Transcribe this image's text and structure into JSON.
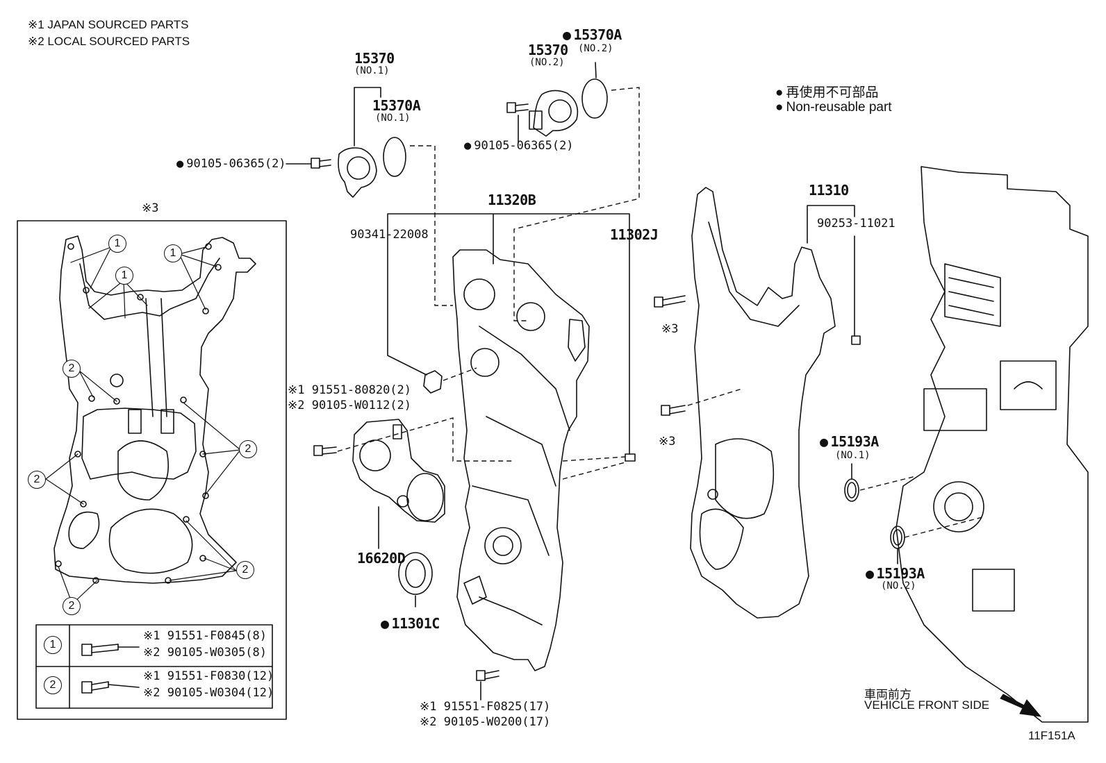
{
  "notes": {
    "japan": "※1 JAPAN SOURCED PARTS",
    "local": "※2 LOCAL SOURCED PARTS"
  },
  "legend": {
    "jp": "再使用不可部品",
    "en": "Non-reusable part"
  },
  "parts": {
    "p15370_no1": "15370",
    "p15370_no1_sub": "(NO.1)",
    "p15370a_no1": "15370A",
    "p15370a_no1_sub": "(NO.1)",
    "p15370_no2": "15370",
    "p15370_no2_sub": "(NO.2)",
    "p15370a_no2": "15370A",
    "p15370a_no2_sub": "(NO.2)",
    "bolt_left": "90105-06365(2)",
    "bolt_top": "90105-06365(2)",
    "p11320b": "11320B",
    "p90341": "90341-22008",
    "p11302j": "11302J",
    "p11310": "11310",
    "p90253": "90253-11021",
    "tens_jp": "※1 91551-80820(2)",
    "tens_loc": "※2 90105-W0112(2)",
    "p16620d": "16620D",
    "p11301c": "11301C",
    "p15193a_no1": "15193A",
    "p15193a_no1_sub": "(NO.1)",
    "p15193a_no2": "15193A",
    "p15193a_no2_sub": "(NO.2)",
    "bot_jp": "※1 91551-F0825(17)",
    "bot_loc": "※2 90105-W0200(17)",
    "ref3_a": "※3",
    "ref3_b": "※3",
    "ref3_c": "※3"
  },
  "inset": {
    "title": "※3",
    "callout_1": "1",
    "callout_2": "2",
    "table": [
      {
        "key": "1",
        "jp": "※1 91551-F0845(8)",
        "loc": "※2 90105-W0305(8)"
      },
      {
        "key": "2",
        "jp": "※1 91551-F0830(12)",
        "loc": "※2 90105-W0304(12)"
      }
    ]
  },
  "direction": {
    "jp": "車両前方",
    "en": "VEHICLE FRONT SIDE"
  },
  "figure_id": "11F151A"
}
